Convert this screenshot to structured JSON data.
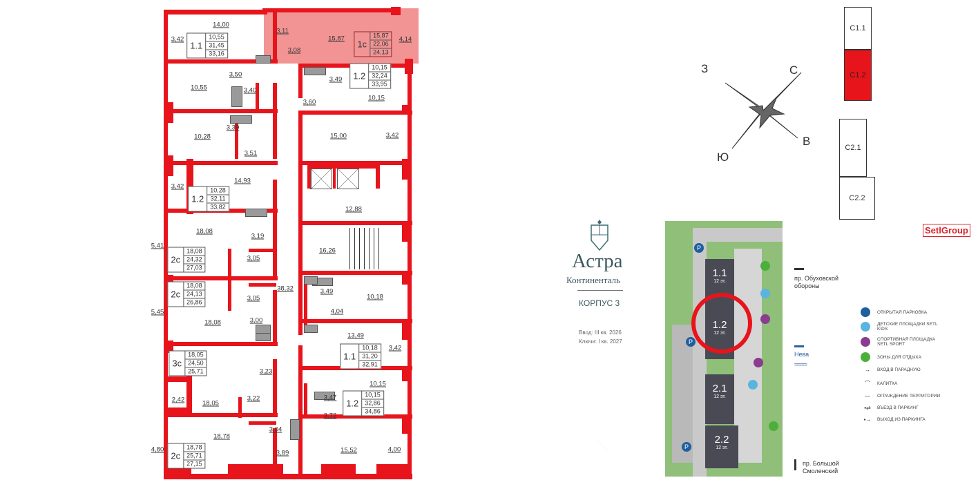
{
  "plan": {
    "rooms": [
      "14,00",
      "3,42",
      "3,11",
      "3,08",
      "15,87",
      "4,14",
      "3,50",
      "10,55",
      "3,40",
      "3,49",
      "3,60",
      "10,15",
      "3,39",
      "10,28",
      "15,00",
      "3,42",
      "3,51",
      "14,93",
      "3,42",
      "12,88",
      "18,08",
      "3,19",
      "16,26",
      "5,41",
      "3,05",
      "38,32",
      "3,49",
      "10,18",
      "5,45",
      "3,05",
      "4,04",
      "3,00",
      "18,08",
      "13,49",
      "3,23",
      "3,42",
      "10,15",
      "2,42",
      "18,05",
      "3,22",
      "3,47",
      "3,72",
      "3,04",
      "18,78",
      "3,89",
      "15,52",
      "4,80",
      "4,00"
    ],
    "units": [
      {
        "type": "1.1",
        "areas": [
          "10,55",
          "31,45",
          "33,16"
        ]
      },
      {
        "type": "1с",
        "areas": [
          "15,87",
          "22,06",
          "24,13"
        ],
        "selected": true
      },
      {
        "type": "1.2",
        "areas": [
          "10,15",
          "32,24",
          "33,95"
        ]
      },
      {
        "type": "1.2",
        "areas": [
          "10,28",
          "32,11",
          "33,82"
        ]
      },
      {
        "type": "2с",
        "areas": [
          "18,08",
          "24,32",
          "27,03"
        ]
      },
      {
        "type": "2с",
        "areas": [
          "18,08",
          "24,13",
          "26,86"
        ]
      },
      {
        "type": "3с",
        "areas": [
          "18,05",
          "24,50",
          "25,71"
        ]
      },
      {
        "type": "1.1",
        "areas": [
          "10,18",
          "31,20",
          "32,91"
        ]
      },
      {
        "type": "1.2",
        "areas": [
          "10,15",
          "32,86",
          "34,86"
        ]
      },
      {
        "type": "2с",
        "areas": [
          "18,78",
          "25,71",
          "27,15"
        ]
      }
    ],
    "highlight_color": "#e83c3c",
    "wall_color": "#e8141c"
  },
  "compass": {
    "n": "С",
    "w": "З",
    "e": "В",
    "s": "Ю"
  },
  "sections": [
    {
      "label": "С1.1",
      "selected": false
    },
    {
      "label": "С1.2",
      "selected": true
    },
    {
      "label": "С2.1",
      "selected": false
    },
    {
      "label": "С2.2",
      "selected": false
    }
  ],
  "project": {
    "name": "Астра",
    "subtitle": "Континенталь",
    "building": "КОРПУС 3",
    "move_in": "Ввод: III кв. 2026",
    "keys": "Ключи: I кв. 2027"
  },
  "brand": "SetlGroup",
  "site_map": {
    "buildings": [
      {
        "label": "1.1",
        "floors": "12 эт."
      },
      {
        "label": "1.2",
        "floors": "12 эт.",
        "selected": true
      },
      {
        "label": "2.1",
        "floors": "12 эт."
      },
      {
        "label": "2.2",
        "floors": "12 эт."
      }
    ],
    "streets": {
      "east_top": "пр. Обуховской обороны",
      "river": "Нева",
      "south": "пр. Большой Смоленский"
    },
    "parking_letter": "P"
  },
  "legend": [
    {
      "icon": "parking-icon",
      "label": "ОТКРЫТАЯ ПАРКОВКА",
      "color": "#1f5f9e"
    },
    {
      "icon": "kids-playground-icon",
      "label": "ДЕТСКИЕ ПЛОЩАДКИ SETL KIDS",
      "color": "#5ab4e0"
    },
    {
      "icon": "sport-ground-icon",
      "label": "СПОРТИВНАЯ ПЛОЩАДКА SETL SPORT",
      "color": "#8a3d8f"
    },
    {
      "icon": "rest-zone-icon",
      "label": "ЗОНЫ ДЛЯ ОТДЫХА",
      "color": "#4caf3c"
    },
    {
      "icon": "entrance-arrow-icon",
      "label": "ВХОД В ПАРАДНУЮ"
    },
    {
      "icon": "gate-icon",
      "label": "КАЛИТКА"
    },
    {
      "icon": "fence-line-icon",
      "label": "ОГРАЖДЕНИЕ ТЕРРИТОРИИ"
    },
    {
      "icon": "parking-entry-icon",
      "label": "ВЪЕЗД В ПАРКИНГ"
    },
    {
      "icon": "parking-exit-icon",
      "label": "ВЫХОД ИЗ ПАРКИНГА"
    }
  ]
}
